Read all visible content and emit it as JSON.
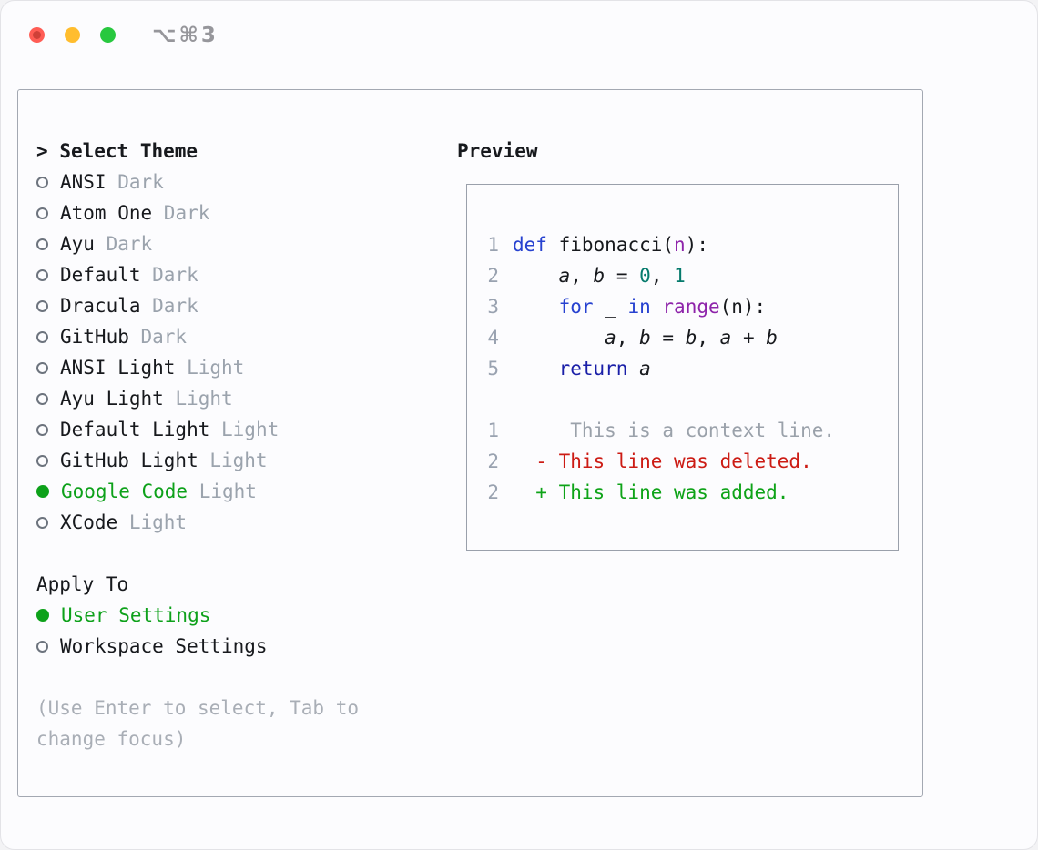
{
  "window": {
    "title": "⌥⌘3"
  },
  "selector": {
    "prompt": ">",
    "title": "Select Theme",
    "themes": [
      {
        "name": "ANSI",
        "variant": "Dark",
        "selected": false
      },
      {
        "name": "Atom One",
        "variant": "Dark",
        "selected": false
      },
      {
        "name": "Ayu",
        "variant": "Dark",
        "selected": false
      },
      {
        "name": "Default",
        "variant": "Dark",
        "selected": false
      },
      {
        "name": "Dracula",
        "variant": "Dark",
        "selected": false
      },
      {
        "name": "GitHub",
        "variant": "Dark",
        "selected": false
      },
      {
        "name": "ANSI Light",
        "variant": "Light",
        "selected": false
      },
      {
        "name": "Ayu Light",
        "variant": "Light",
        "selected": false
      },
      {
        "name": "Default Light",
        "variant": "Light",
        "selected": false
      },
      {
        "name": "GitHub Light",
        "variant": "Light",
        "selected": false
      },
      {
        "name": "Google Code",
        "variant": "Light",
        "selected": true
      },
      {
        "name": "XCode",
        "variant": "Light",
        "selected": false
      }
    ],
    "apply_to_title": "Apply To",
    "apply_options": [
      {
        "label": "User Settings",
        "selected": true
      },
      {
        "label": "Workspace Settings",
        "selected": false
      }
    ],
    "hint": "(Use Enter to select, Tab to change focus)"
  },
  "preview": {
    "title": "Preview",
    "code_lines": [
      {
        "num": "1",
        "tokens": [
          {
            "t": "def",
            "c": "kw"
          },
          {
            "t": " fibonacci(",
            "c": "pl"
          },
          {
            "t": "n",
            "c": "ty"
          },
          {
            "t": "):",
            "c": "pl"
          }
        ]
      },
      {
        "num": "2",
        "tokens": [
          {
            "t": "    ",
            "c": "pl"
          },
          {
            "t": "a",
            "c": "va"
          },
          {
            "t": ", ",
            "c": "pl"
          },
          {
            "t": "b",
            "c": "va"
          },
          {
            "t": " = ",
            "c": "pl"
          },
          {
            "t": "0",
            "c": "nu"
          },
          {
            "t": ", ",
            "c": "pl"
          },
          {
            "t": "1",
            "c": "nu"
          }
        ]
      },
      {
        "num": "3",
        "tokens": [
          {
            "t": "    ",
            "c": "pl"
          },
          {
            "t": "for",
            "c": "kw"
          },
          {
            "t": " _ ",
            "c": "pl"
          },
          {
            "t": "in",
            "c": "kw"
          },
          {
            "t": " ",
            "c": "pl"
          },
          {
            "t": "range",
            "c": "ty"
          },
          {
            "t": "(n):",
            "c": "pl"
          }
        ]
      },
      {
        "num": "4",
        "tokens": [
          {
            "t": "        ",
            "c": "pl"
          },
          {
            "t": "a",
            "c": "va"
          },
          {
            "t": ", ",
            "c": "pl"
          },
          {
            "t": "b",
            "c": "va"
          },
          {
            "t": " = ",
            "c": "pl"
          },
          {
            "t": "b",
            "c": "va"
          },
          {
            "t": ", ",
            "c": "pl"
          },
          {
            "t": "a",
            "c": "va"
          },
          {
            "t": " + ",
            "c": "pl"
          },
          {
            "t": "b",
            "c": "va"
          }
        ]
      },
      {
        "num": "5",
        "tokens": [
          {
            "t": "    ",
            "c": "pl"
          },
          {
            "t": "return",
            "c": "kw2"
          },
          {
            "t": " ",
            "c": "pl"
          },
          {
            "t": "a",
            "c": "va"
          }
        ]
      }
    ],
    "diff_lines": [
      {
        "num": "1",
        "text": "     This is a context line.",
        "type": "context"
      },
      {
        "num": "2",
        "text": "  - This line was deleted.",
        "type": "deleted"
      },
      {
        "num": "2",
        "text": "  + This line was added.",
        "type": "added"
      }
    ]
  },
  "colors": {
    "accent_green": "#0da11a",
    "keyword": "#2742d0",
    "keyword_alt": "#1a1fa8",
    "number": "#057a6c",
    "type": "#8e24aa",
    "line_number": "#99a2b0",
    "muted": "#9ba3ad",
    "diff_deleted": "#cc1b14",
    "diff_added": "#0ea318",
    "diff_context": "#9aa1aa"
  }
}
